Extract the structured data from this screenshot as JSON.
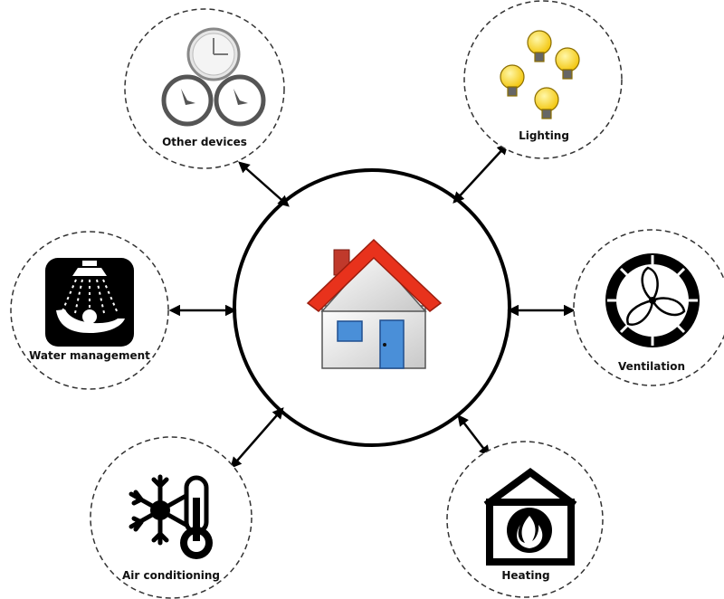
{
  "center": {
    "icon": "house-icon"
  },
  "nodes": [
    {
      "key": "other_devices",
      "label": "Other devices",
      "icon": "clocks-icon"
    },
    {
      "key": "lighting",
      "label": "Lighting",
      "icon": "light-bulbs-icon"
    },
    {
      "key": "water_management",
      "label": "Water management",
      "icon": "shower-icon"
    },
    {
      "key": "ventilation",
      "label": "Ventilation",
      "icon": "fan-icon"
    },
    {
      "key": "air_conditioning",
      "label": "Air conditioning",
      "icon": "snowflake-thermometer-icon"
    },
    {
      "key": "heating",
      "label": "Heating",
      "icon": "house-flame-icon"
    }
  ],
  "colors": {
    "roof": "#e8321c",
    "house_wall": "#e6e6e6",
    "door_window": "#4a8fd8",
    "bulb": "#f6d21e",
    "line": "#000000"
  }
}
